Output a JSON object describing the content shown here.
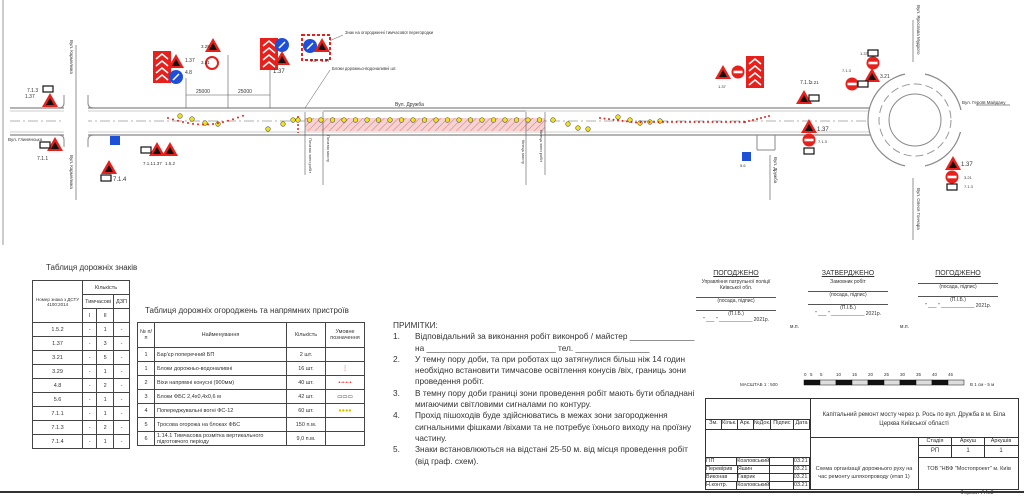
{
  "drawing": {
    "streets": {
      "left_road": "Вул. Глинянська",
      "cross_north": "Вул. Кармелюка",
      "cross_south": "Вул. Кармелюка",
      "main_street": "Вул. Дружба",
      "right_road": "Вул. Героїв Майдану",
      "roundabout_north": "Вул. Ярослава Мудрого",
      "roundabout_south": "Вул. Олеся Гончара",
      "side_south": "Вул. Дружба"
    },
    "dimensions": [
      "25000",
      "25000"
    ],
    "annotations": {
      "barrier_sign": "Знак на огородженні тимчасової перегородки",
      "blocks": "Блоки дорожньо-водоналивні шт.",
      "work_start": "Початок зони робіт",
      "bridge_start": "Початок мосту",
      "bridge_end": "Кінець мосту",
      "work_end": "Кінець зони робіт"
    },
    "signs": [
      "1.37",
      "7.1.3",
      "7.1.1",
      "7.1.4",
      "1.37",
      "7.1.1",
      "1.5.2",
      "1.37",
      "4.8",
      "3.29",
      "3.21",
      "1.37",
      "4.8",
      "1.37",
      "5.6",
      "1.37",
      "7.1.1",
      "3.21",
      "1.37",
      "7.1.3",
      "3.21",
      "1.37",
      "7.1.3",
      "1.37",
      "3.21",
      "7.1.3",
      "4.8",
      "3.21",
      "1.37"
    ]
  },
  "signs_table": {
    "title": "Таблиця дорожніх знаків",
    "headers": {
      "number": "Номер знака з ДСТУ 4100:2014",
      "quantity": "Кількість",
      "temporary": "Тимчасові",
      "permanent": "ДЗП",
      "col1": "I",
      "col2": "II"
    },
    "rows": [
      [
        "1.5.2",
        "-",
        "1",
        "-"
      ],
      [
        "1.37",
        "-",
        "3",
        "-"
      ],
      [
        "3.21",
        "-",
        "5",
        "-"
      ],
      [
        "3.29",
        "-",
        "1",
        "-"
      ],
      [
        "4.8",
        "-",
        "2",
        "-"
      ],
      [
        "5.6",
        "-",
        "1",
        "-"
      ],
      [
        "7.1.1",
        "-",
        "1",
        "-"
      ],
      [
        "7.1.3",
        "-",
        "2",
        "-"
      ],
      [
        "7.1.4",
        "-",
        "1",
        "-"
      ]
    ]
  },
  "barriers_table": {
    "title": "Таблиця дорожніх огороджень та напрямних пристроїв",
    "headers": {
      "num": "№ п/п",
      "name": "Найменування",
      "qty": "Кількість",
      "symbol": "Умовне позначення"
    },
    "rows": [
      [
        "1",
        "Бар'єр поперечний БП",
        "2 шт."
      ],
      [
        "1",
        "Блоки дорожньо-водоналивні",
        "16 шт."
      ],
      [
        "2",
        "Віхи напрямні конусні (900мм)",
        "40 шт."
      ],
      [
        "3",
        "Блоки ФБС 2,4х0,4х0,6 м",
        "42 шт."
      ],
      [
        "4",
        "Попереджувальні вогні ФС-12",
        "60 шт."
      ],
      [
        "5",
        "Тросова огорожа на блоках ФБС",
        "150 п.м."
      ],
      [
        "6",
        "1.14.1 Тимчасова розмітка вертикального підготовчого періоду",
        "9,0 п.м."
      ]
    ]
  },
  "notes": {
    "title": "ПРИМІТКИ:",
    "items": [
      {
        "n": "1.",
        "text": "Відповідальний за виконання робіт виконроб / майстер ______________ на ____________________________ тел. ________________"
      },
      {
        "n": "2.",
        "text": "У темну пору доби, та при роботах що затягнулися більш ніж 14 годин необхідно встановити тимчасове освітлення конусів /віх, границь зони проведення робіт."
      },
      {
        "n": "3.",
        "text": "В темну пору доби границі зони проведення робіт мають бути обладнані мигаючими світловими сигналами по контуру."
      },
      {
        "n": "4.",
        "text": "Прохід пішоходів буде здійснюватись в межах зони загородження сигнальними фішками /віхами та не потребує їхнього виходу на проїзну частину."
      },
      {
        "n": "5.",
        "text": "Знаки встановлюються на відстані 25-50 м. від місця проведення робіт (від граф. схем)."
      }
    ]
  },
  "approvals": [
    {
      "heading": "ПОГОДЖЕНО",
      "org": "Управління патрульної поліції Київської обл.",
      "role": "(посада, підпис)",
      "name": "(П.І.Б.)",
      "date": "\" ___ \" ____________ 2021р.",
      "stamp": ""
    },
    {
      "heading": "ЗАТВЕРДЖЕНО",
      "org": "Замовник робіт",
      "role": "(посада, підпис)",
      "name": "(П.І.Б.)",
      "date": "\" ___ \" ____________ 2021р.",
      "stamp": "м.п."
    },
    {
      "heading": "ПОГОДЖЕНО",
      "org": "",
      "role": "(посада, підпис)",
      "name": "(П.І.Б.)",
      "date": "\" ___ \" ____________ 2021р.",
      "stamp": "м.п."
    }
  ],
  "scale": {
    "label": "МАСШТАБ 1 : 500",
    "ticks": [
      "0",
      "5",
      "5",
      "10",
      "15",
      "20",
      "25",
      "30",
      "35",
      "40",
      "45"
    ],
    "note": "В 1 см - 5 м"
  },
  "title_block": {
    "headers": [
      "Зм.",
      "Кільк.",
      "Арк.",
      "№Док.",
      "Підпис",
      "Дата"
    ],
    "project": "Капітальний ремонт мосту через р. Рось по вул. Дружба в м. Біла Церква Київської області",
    "stage_label": "Стадія",
    "sheet_label": "Аркуш",
    "sheets_label": "Аркушів",
    "stage": "РП",
    "sheet": "1",
    "sheets": "1",
    "people": [
      {
        "role": "ГІП",
        "name": "Козловський",
        "date": "03.21"
      },
      {
        "role": "Перевірив",
        "name": "Яшин",
        "date": "03.21"
      },
      {
        "role": "Виконав",
        "name": "Гаврик",
        "date": "03.21"
      },
      {
        "role": "Н.контр.",
        "name": "Козловський",
        "date": "03.21"
      }
    ],
    "drawing_title": "Схема організації дорожнього руху на час ремонту шляхопроводу (етап 1)",
    "organization": "ТОВ \"НВФ \"Мостопроект\" м. Київ",
    "format": "Формат А4х3"
  },
  "colors": {
    "sign_red": "#e8201c",
    "sign_blue": "#1e4fd8",
    "marker_yellow": "#f2e21b",
    "hatch": "#e89a9a"
  }
}
